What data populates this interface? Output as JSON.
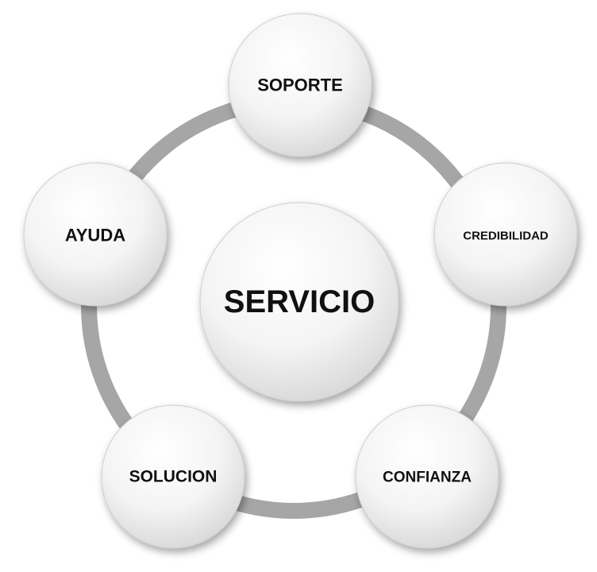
{
  "diagram": {
    "center": {
      "label": "SERVICIO"
    },
    "nodes": [
      {
        "id": "soporte",
        "label": "SOPORTE"
      },
      {
        "id": "credibilidad",
        "label": "CREDIBILIDAD"
      },
      {
        "id": "confianza",
        "label": "CONFIANZA"
      },
      {
        "id": "solucion",
        "label": "SOLUCION"
      },
      {
        "id": "ayuda",
        "label": "AYUDA"
      }
    ]
  },
  "colors": {
    "ring": "#a6a6a6",
    "circle_fill_light": "#ffffff",
    "circle_fill_dark": "#d9d9d9",
    "text": "#111111"
  }
}
